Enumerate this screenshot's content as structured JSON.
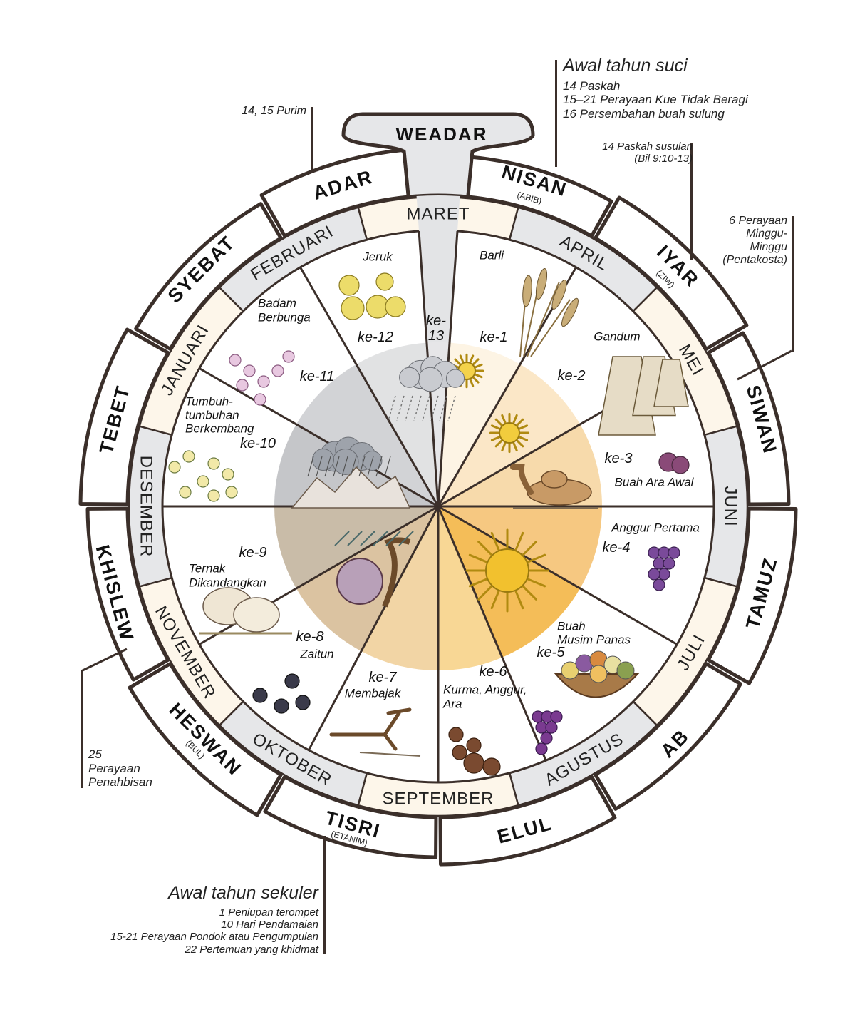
{
  "hebrew_months": [
    {
      "name": "NISAN",
      "sub": "(ABIB)"
    },
    {
      "name": "IYAR",
      "sub": "(ZIW)"
    },
    {
      "name": "SIWAN",
      "sub": ""
    },
    {
      "name": "TAMUZ",
      "sub": ""
    },
    {
      "name": "AB",
      "sub": ""
    },
    {
      "name": "ELUL",
      "sub": ""
    },
    {
      "name": "TISRI",
      "sub": "(ETANIM)"
    },
    {
      "name": "HESWAN",
      "sub": "(BUL)"
    },
    {
      "name": "KHISLEW",
      "sub": ""
    },
    {
      "name": "TEBET",
      "sub": ""
    },
    {
      "name": "SYEBAT",
      "sub": ""
    },
    {
      "name": "ADAR",
      "sub": ""
    }
  ],
  "intercalary_month": "WEADAR",
  "gregorian_months": [
    "MARET",
    "APRIL",
    "MEI",
    "JUNI",
    "JULI",
    "AGUSTUS",
    "SEPTEMBER",
    "OKTOBER",
    "NOVEMBER",
    "DESEMBER",
    "JANUARI",
    "FEBRUARI"
  ],
  "wedges": [
    {
      "ordinal": [
        "ke-1"
      ],
      "label": [
        "Barli"
      ]
    },
    {
      "ordinal": [
        "ke-2"
      ],
      "label": [
        "Gandum"
      ]
    },
    {
      "ordinal": [
        "ke-3"
      ],
      "label": [
        "Buah Ara Awal"
      ]
    },
    {
      "ordinal": [
        "ke-4"
      ],
      "label": [
        "Anggur Pertama"
      ]
    },
    {
      "ordinal": [
        "ke-5"
      ],
      "label": [
        "Buah",
        "Musim Panas"
      ]
    },
    {
      "ordinal": [
        "ke-6"
      ],
      "label": [
        "Kurma, Anggur,",
        "Ara"
      ]
    },
    {
      "ordinal": [
        "ke-7"
      ],
      "label": [
        "Membajak"
      ]
    },
    {
      "ordinal": [
        "ke-8"
      ],
      "label": [
        "Zaitun"
      ]
    },
    {
      "ordinal": [
        "ke-9"
      ],
      "label": [
        "Ternak",
        "Dikandangkan"
      ]
    },
    {
      "ordinal": [
        "ke-10"
      ],
      "label": [
        "Tumbuh-",
        "tumbuhan",
        "Berkembang"
      ]
    },
    {
      "ordinal": [
        "ke-11"
      ],
      "label": [
        "Badam",
        "Berbunga"
      ]
    },
    {
      "ordinal": [
        "ke-12"
      ],
      "label": [
        "Jeruk"
      ]
    },
    {
      "ordinal": [
        "ke-",
        "13"
      ],
      "label": []
    }
  ],
  "annotations": {
    "purim": "14, 15 Purim",
    "sacred_year": {
      "title": "Awal tahun suci",
      "lines": [
        "14  Paskah",
        "15–21 Perayaan Kue Tidak Beragi",
        "16 Persembahan buah sulung"
      ]
    },
    "late_passover": [
      "14 Paskah susulan",
      "(Bil 9:10-13)"
    ],
    "pentecost": [
      "6 Perayaan",
      "Minggu-",
      "Minggu",
      "(Pentakosta)"
    ],
    "dedication": [
      "25",
      "Perayaan",
      "Penahbisan"
    ],
    "secular_year": {
      "title": "Awal tahun sekuler",
      "lines": [
        "1 Peniupan terompet",
        "10 Hari Pendamaian",
        "15-21 Perayaan Pondok atau Pengumpulan",
        "22 Pertemuan yang khidmat"
      ]
    }
  },
  "colors": {
    "outline": "#3b2f2a",
    "gray_segment": "#e6e7e9",
    "cream_segment": "#fdf6ea",
    "warm_season": "#f3b94f",
    "cool_season": "#c2c3c6"
  }
}
